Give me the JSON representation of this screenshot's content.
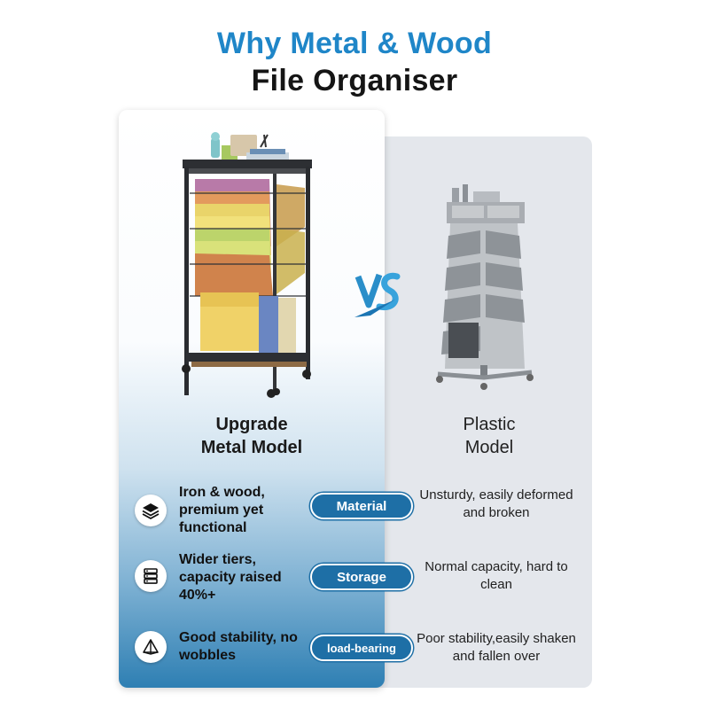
{
  "header": {
    "title_line1": "Why Metal & Wood",
    "title_line2": "File Organiser"
  },
  "left_model": {
    "line1": "Upgrade",
    "line2": "Metal Model"
  },
  "right_model": {
    "line1": "Plastic",
    "line2": "Model"
  },
  "vs_label": "VS",
  "colors": {
    "accent": "#1f86c8",
    "pill": "#1e6fa6",
    "title_dark": "#151515"
  },
  "rows": [
    {
      "icon": "layers-icon",
      "metal": "Iron & wood, premium yet functional",
      "label": "Material",
      "plastic": "Unsturdy, easily deformed and broken"
    },
    {
      "icon": "storage-icon",
      "metal": "Wider tiers, capacity raised 40%+",
      "label": "Storage",
      "plastic": "Normal capacity, hard to clean"
    },
    {
      "icon": "pyramid-icon",
      "metal": "Good stability, no wobbles",
      "label": "load-bearing",
      "plastic": "Poor stability,easily shaken and fallen over"
    }
  ]
}
